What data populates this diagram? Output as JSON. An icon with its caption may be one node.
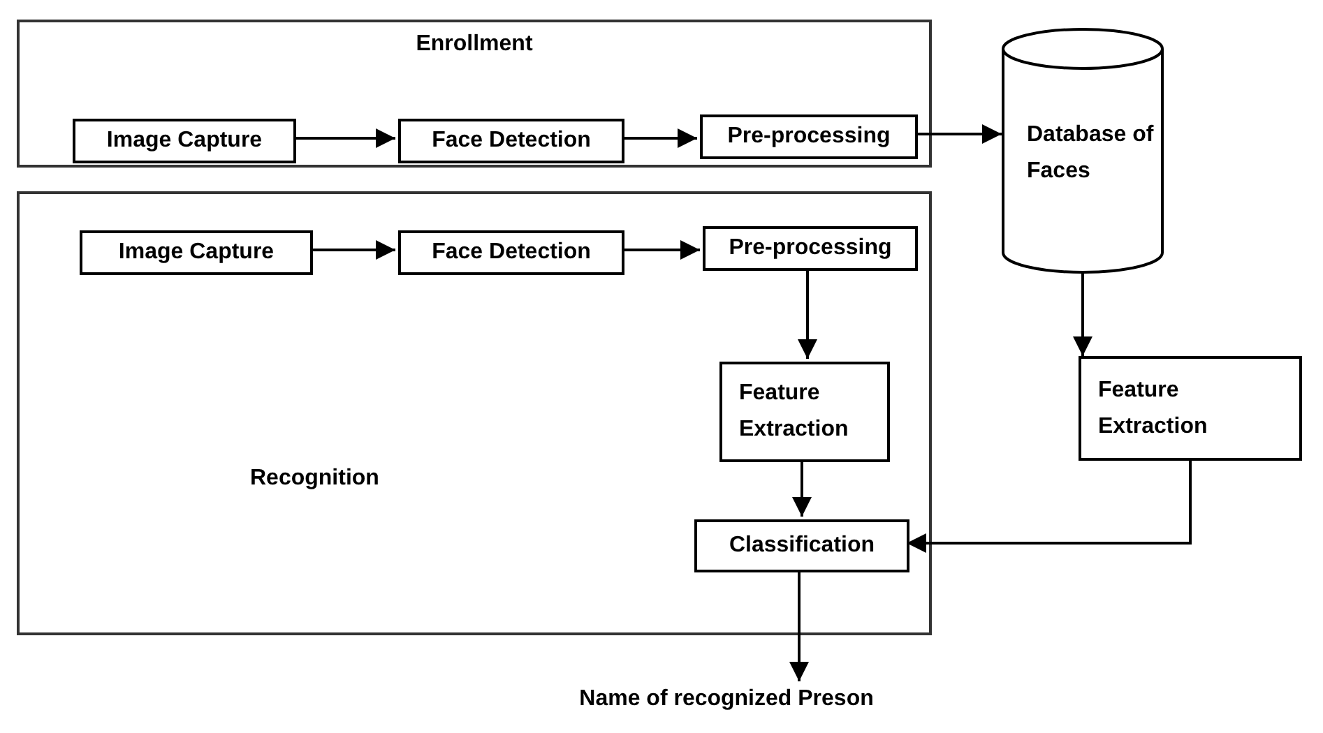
{
  "diagram": {
    "nodes": [
      {
        "text": [
          "Enrollment"
        ]
      },
      {
        "text": [
          "Image Capture"
        ],
        "in": 0
      },
      {
        "text": [
          "Face Detection"
        ],
        "in": 0
      },
      {
        "text": [
          "Pre-processing"
        ],
        "in": 0
      },
      {
        "text": [
          "Database of Faces"
        ]
      },
      {
        "text": [
          "Recognition"
        ]
      },
      {
        "text": [
          "Image Capture"
        ],
        "in": 5
      },
      {
        "text": [
          "Face Detection"
        ],
        "in": 5
      },
      {
        "text": [
          "Pre-processing"
        ],
        "in": 5
      },
      {
        "text": [
          "Feature Extraction"
        ],
        "in": 5
      },
      {
        "text": [
          "Classification"
        ],
        "in": 5
      },
      {
        "text": [
          "Feature Extraction"
        ]
      },
      {
        "text": [
          "Name of recognized Preson"
        ]
      }
    ],
    "edges": [
      {
        "from": 1,
        "to": 2,
        "arrow": "to"
      },
      {
        "from": 2,
        "to": 3,
        "arrow": "to"
      },
      {
        "from": 3,
        "to": 4,
        "arrow": "to"
      },
      {
        "from": 6,
        "to": 7,
        "arrow": "to"
      },
      {
        "from": 7,
        "to": 8,
        "arrow": "to"
      },
      {
        "from": 8,
        "to": 9,
        "arrow": "to"
      },
      {
        "from": 9,
        "to": 10,
        "arrow": "to"
      },
      {
        "from": 4,
        "to": 11,
        "arrow": "to"
      },
      {
        "from": 11,
        "to": 10,
        "arrow": "to"
      },
      {
        "from": 10,
        "to": 12,
        "arrow": "to"
      }
    ]
  }
}
